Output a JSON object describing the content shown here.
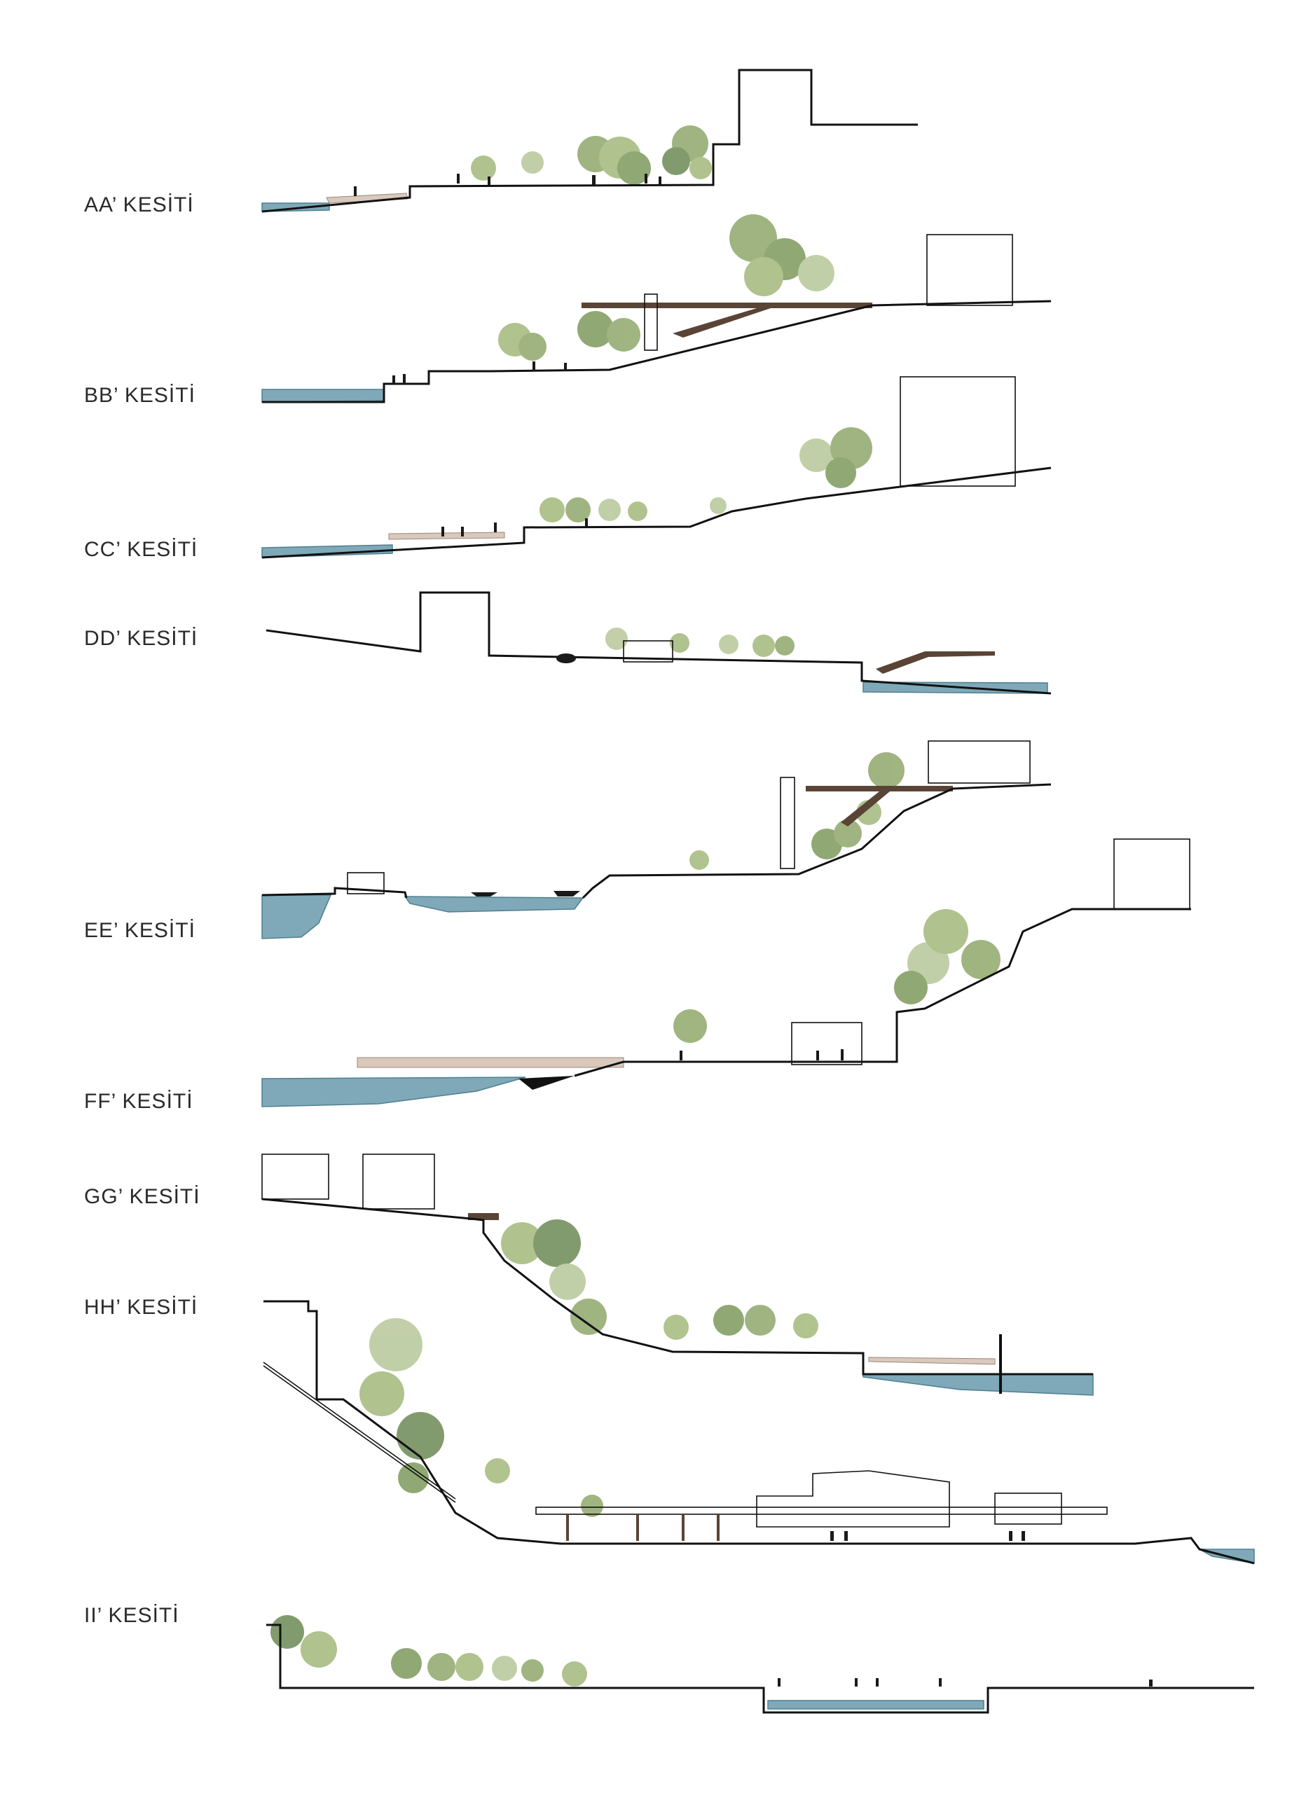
{
  "sections": [
    {
      "id": "aa",
      "label": "AA’ KESİTİ"
    },
    {
      "id": "bb",
      "label": "BB’ KESİTİ"
    },
    {
      "id": "cc",
      "label": "CC’ KESİTİ"
    },
    {
      "id": "dd",
      "label": "DD’ KESİTİ"
    },
    {
      "id": "ee",
      "label": "EE’ KESİTİ"
    },
    {
      "id": "ff",
      "label": "FF’ KESİTİ"
    },
    {
      "id": "gg",
      "label": "GG’ KESİTİ"
    },
    {
      "id": "hh",
      "label": "HH’ KESİTİ"
    },
    {
      "id": "ii",
      "label": "II’ KESİTİ"
    }
  ],
  "colors": {
    "ground_line": "#111111",
    "water": "#7fa9b8",
    "deck": "#5a4436",
    "tree_palette": [
      "#7d9a5b",
      "#a3b87a",
      "#5f7f4a",
      "#b7c79a",
      "#8fa86a",
      "#6c8a55"
    ]
  }
}
